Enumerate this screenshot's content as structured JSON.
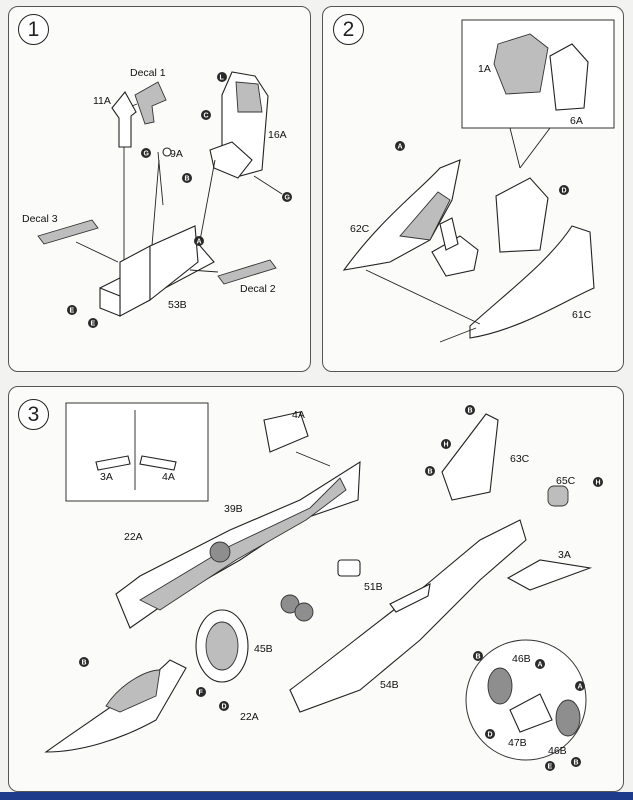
{
  "steps": [
    {
      "number": "1"
    },
    {
      "number": "2"
    },
    {
      "number": "3"
    }
  ],
  "step1": {
    "decal1": "Decal 1",
    "decal2": "Decal 2",
    "decal3": "Decal 3",
    "part_11a": "11A",
    "part_9a": "9A",
    "part_16a": "16A",
    "part_53b": "53B",
    "markers": [
      "L",
      "C",
      "G",
      "B",
      "A",
      "E",
      "E",
      "G"
    ]
  },
  "step2": {
    "part_1a": "1A",
    "part_6a": "6A",
    "part_62c": "62C",
    "part_61c": "61C",
    "markers": [
      "A",
      "D"
    ]
  },
  "step3": {
    "inset_3a": "3A",
    "inset_4a": "4A",
    "part_4a": "4A",
    "part_63c": "63C",
    "part_65c": "65C",
    "part_39b": "39B",
    "part_22a_top": "22A",
    "part_51b": "51B",
    "part_3a": "3A",
    "part_45b": "45B",
    "part_54b": "54B",
    "part_22a_bottom": "22A",
    "part_46b_left": "46B",
    "part_47b": "47B",
    "part_46b_right": "46B",
    "markers": [
      "B",
      "H",
      "B",
      "H",
      "B",
      "F",
      "D",
      "B",
      "A",
      "D",
      "E",
      "B",
      "A"
    ]
  }
}
